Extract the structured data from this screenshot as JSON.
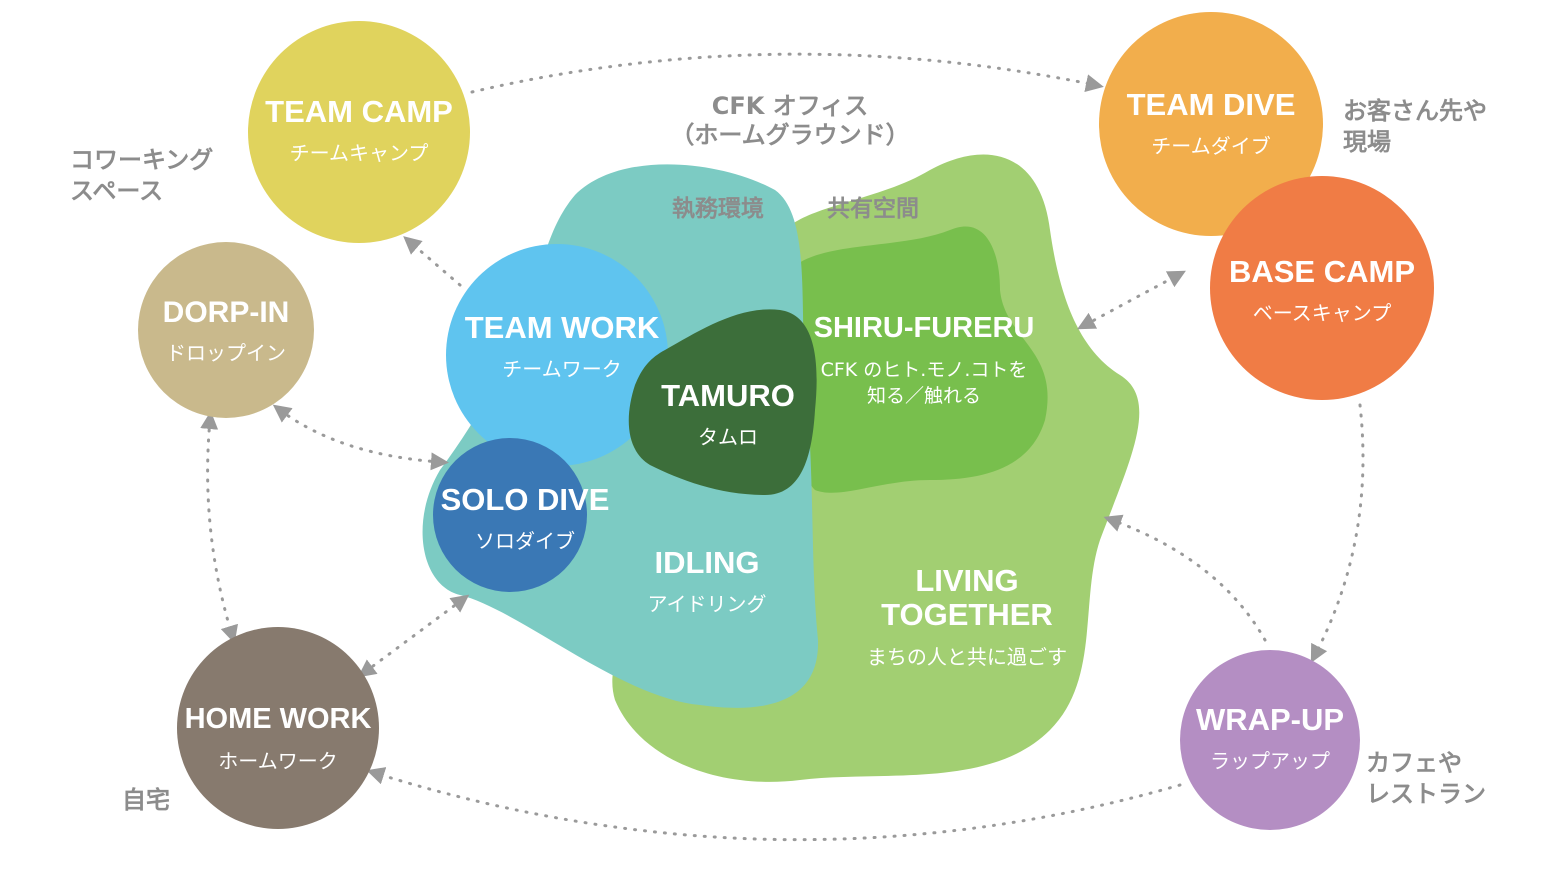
{
  "colors": {
    "team_camp": "#e0d35d",
    "dorp_in": "#c9b98c",
    "home_work": "#877a6e",
    "team_dive": "#f2ae4c",
    "base_camp": "#f07c45",
    "wrap_up": "#b48ec3",
    "living": "#a2cf72",
    "shiru": "#78bf4d",
    "teal": "#7ccbc3",
    "team_work": "#5fc4ef",
    "solo_dive": "#3a78b5",
    "tamuro": "#3c6e3a",
    "arrow": "#9a9a9a",
    "note": "#8c8c8c"
  },
  "nodes": {
    "team_camp": {
      "en": "TEAM CAMP",
      "jp": "チームキャンプ"
    },
    "dorp_in": {
      "en": "DORP-IN",
      "jp": "ドロップイン"
    },
    "home_work": {
      "en": "HOME WORK",
      "jp": "ホームワーク"
    },
    "team_dive": {
      "en": "TEAM DIVE",
      "jp": "チームダイブ"
    },
    "base_camp": {
      "en": "BASE CAMP",
      "jp": "ベースキャンプ"
    },
    "wrap_up": {
      "en": "WRAP-UP",
      "jp": "ラップアップ"
    }
  },
  "areas": {
    "team_work": {
      "en": "TEAM WORK",
      "jp": "チームワーク"
    },
    "solo_dive": {
      "en": "SOLO DIVE",
      "jp": "ソロダイブ"
    },
    "tamuro": {
      "en": "TAMURO",
      "jp": "タムロ"
    },
    "idling": {
      "en": "IDLING",
      "jp": "アイドリング"
    },
    "shiru_fureru": {
      "en": "SHIRU-FURERU",
      "jp_line1": "CFK のヒト.モノ.コトを",
      "jp_line2": "知る／触れる"
    },
    "living_together": {
      "en_line1": "LIVING",
      "en_line2": "TOGETHER",
      "jp": "まちの人と共に過ごす"
    }
  },
  "notes": {
    "office_line1": "CFK オフィス",
    "office_line2": "（ホームグラウンド）",
    "work_env": "執務環境",
    "shared_space": "共有空間",
    "coworking_line1": "コワーキング",
    "coworking_line2": "スペース",
    "client_line1": "お客さん先や",
    "client_line2": "現場",
    "home": "自宅",
    "cafe_line1": "カフェや",
    "cafe_line2": "レストラン"
  }
}
